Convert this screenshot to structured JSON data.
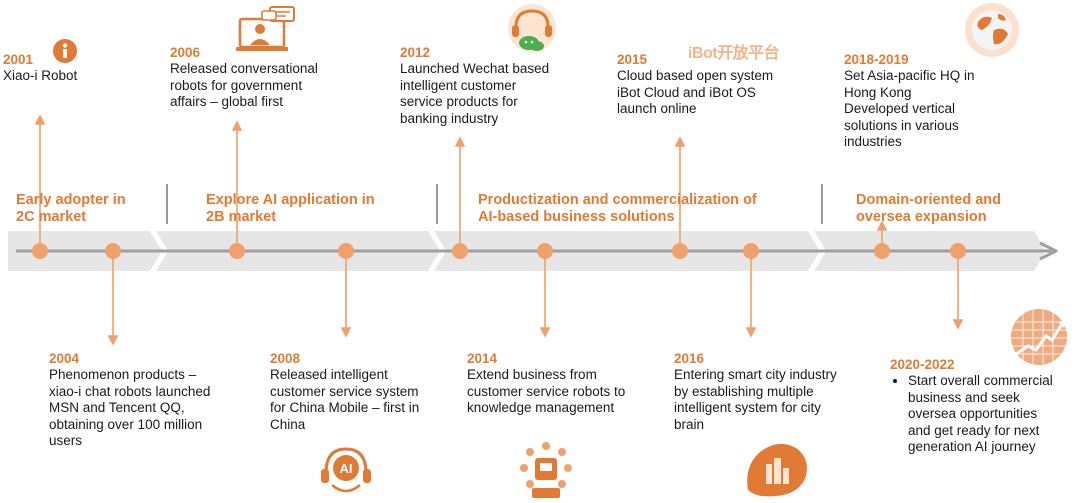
{
  "colors": {
    "accent": "#e07a34",
    "dot": "#f0a06a",
    "band": "#e6e6e6",
    "arrow_line": "#a0a0a0"
  },
  "phases": [
    {
      "label": "Early adopter in\n2C market"
    },
    {
      "label": "Explore AI application in\n2B market"
    },
    {
      "label": "Productization and commercialization of\nAI-based business solutions"
    },
    {
      "label": "Domain-oriented and\noversea expansion"
    }
  ],
  "events": [
    {
      "id": "e2001",
      "year": "2001",
      "desc": "Xiao-i Robot",
      "icon": "info-icon"
    },
    {
      "id": "e2004",
      "year": "2004",
      "desc": "Phenomenon products –\nxiao-i chat robots launched\nMSN and Tencent QQ,\nobtaining over 100 million\nusers"
    },
    {
      "id": "e2006",
      "year": "2006",
      "desc": "Released conversational\nrobots for government\naffairs – global first",
      "icon": "chat-computer-icon"
    },
    {
      "id": "e2008",
      "year": "2008",
      "desc": "Released intelligent\ncustomer service system\nfor China Mobile – first in\nChina",
      "icon": "ai-headset-icon",
      "icon_text": "AI"
    },
    {
      "id": "e2012",
      "year": "2012",
      "desc": "Launched Wechat based\nintelligent customer\nservice products for\nbanking industry",
      "icon": "wechat-headset-icon"
    },
    {
      "id": "e2014",
      "year": "2014",
      "desc": "Extend business from\ncustomer service robots to\nknowledge management",
      "icon": "knowledge-network-icon"
    },
    {
      "id": "e2015",
      "year": "2015",
      "desc": "Cloud based open system\niBot Cloud and iBot OS\nlaunch online",
      "icon": "ibot-logo",
      "icon_text": "iBot开放平台"
    },
    {
      "id": "e2016",
      "year": "2016",
      "desc": "Entering smart city industry\nby establishing multiple\nintelligent system for city\nbrain",
      "icon": "city-brain-icon"
    },
    {
      "id": "e2018",
      "year": "2018-2019",
      "desc": "Set Asia-pacific HQ in\nHong Kong\nDeveloped vertical\nsolutions in various\nindustries",
      "icon": "globe-icon"
    },
    {
      "id": "e2020",
      "year": "2020-2022",
      "bullets": [
        "Start overall commercial\nbusiness and seek\noversea opportunities\nand get ready for next\ngeneration AI journey"
      ],
      "icon": "growth-chart-icon"
    }
  ]
}
